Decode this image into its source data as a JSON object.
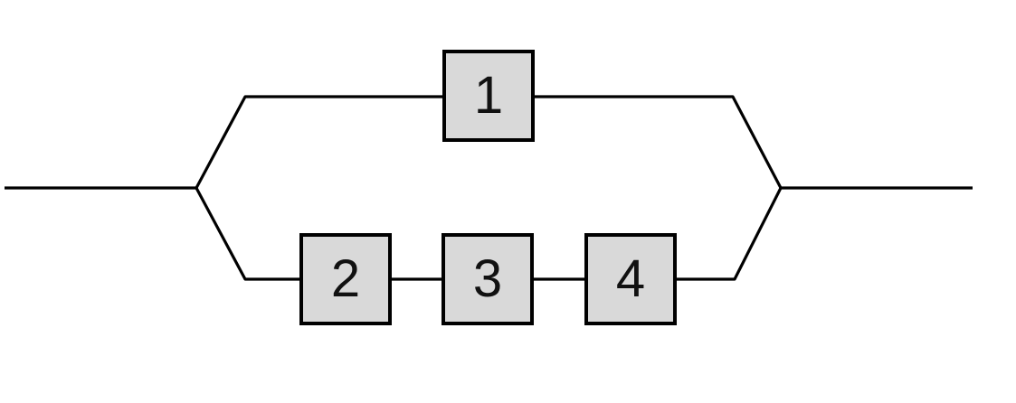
{
  "diagram": {
    "type": "series-parallel-block-diagram",
    "description": "Input line splits into two parallel branches; top branch contains block 1, bottom branch contains blocks 2, 3 and 4 in series; branches merge into a single output line",
    "blocks": [
      {
        "label": "1",
        "branch": "top"
      },
      {
        "label": "2",
        "branch": "bottom"
      },
      {
        "label": "3",
        "branch": "bottom"
      },
      {
        "label": "4",
        "branch": "bottom"
      }
    ],
    "colors": {
      "background": "#ffffff",
      "block_fill": "#d9d9d9",
      "block_border": "#000000",
      "line": "#000000",
      "label_text": "#111111"
    }
  }
}
